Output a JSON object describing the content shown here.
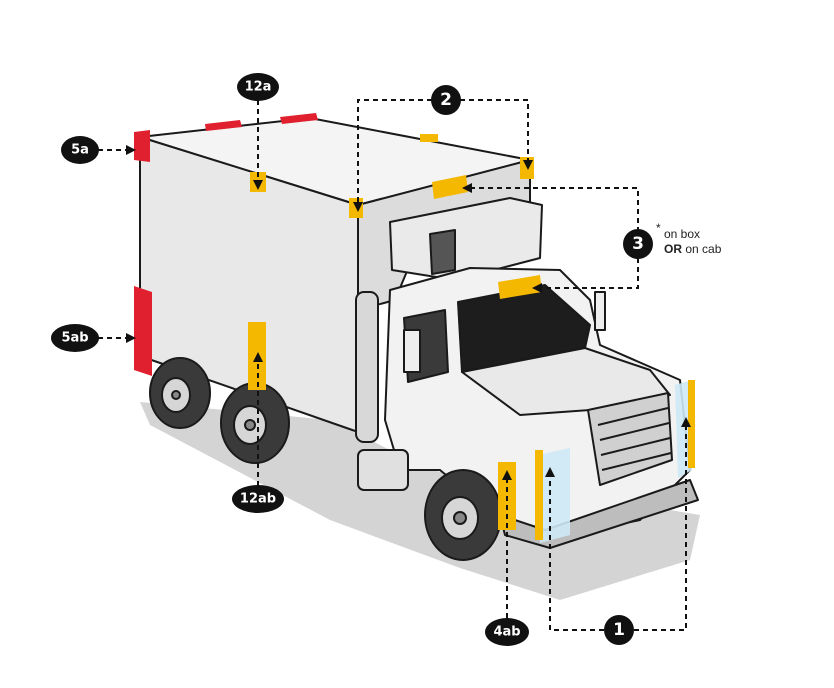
{
  "callouts": [
    {
      "id": "1",
      "label": "1"
    },
    {
      "id": "2",
      "label": "2"
    },
    {
      "id": "3",
      "label": "3"
    },
    {
      "id": "4ab",
      "label": "4ab"
    },
    {
      "id": "5a",
      "label": "5a"
    },
    {
      "id": "5ab",
      "label": "5ab"
    },
    {
      "id": "12a",
      "label": "12a"
    },
    {
      "id": "12ab",
      "label": "12ab"
    }
  ],
  "note": {
    "asterisk": "*",
    "line1": "on box",
    "line2_bold": "OR",
    "line2_rest": " on cab"
  },
  "colors": {
    "amber": "#f5b800",
    "red": "#e0202e",
    "badge": "#111111",
    "shadow": "#cfcfcf",
    "body": "#eeeeee",
    "outline": "#1a1a1a"
  }
}
